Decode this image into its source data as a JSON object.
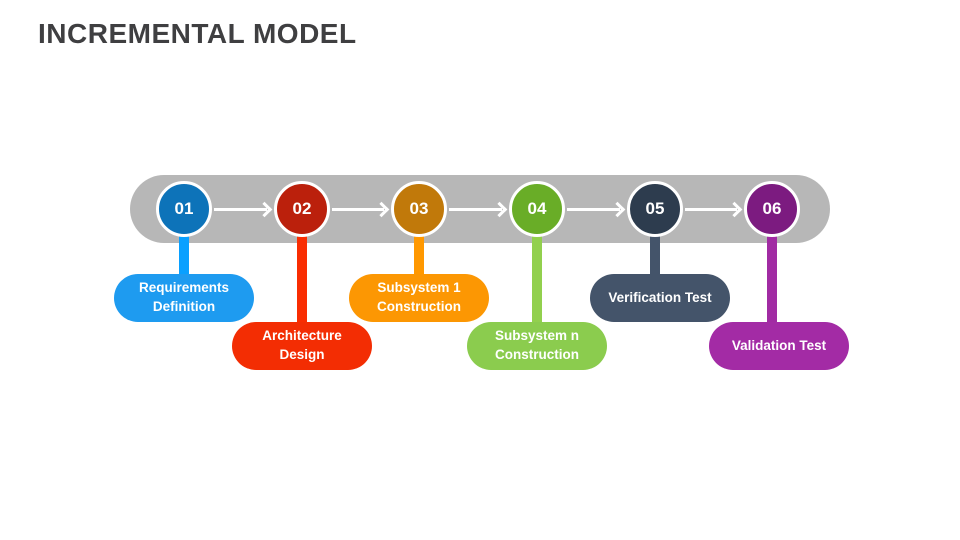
{
  "title": "INCREMENTAL MODEL",
  "track_color": "#b7b7b7",
  "arrow_color": "#ffffff",
  "title_color": "#3f3f41",
  "steps": [
    {
      "number": "01",
      "label": "Requirements Definition",
      "circle_color": "#0d73b9",
      "stem_color": "#09a0ff",
      "pill_color": "#1e9bf0",
      "position": "upper"
    },
    {
      "number": "02",
      "label": "Architecture Design",
      "circle_color": "#bb200c",
      "stem_color": "#f92d02",
      "pill_color": "#f32d03",
      "position": "lower"
    },
    {
      "number": "03",
      "label": "Subsystem 1 Construction",
      "circle_color": "#c1790a",
      "stem_color": "#ff9800",
      "pill_color": "#fc9703",
      "position": "upper"
    },
    {
      "number": "04",
      "label": "Subsystem n Construction",
      "circle_color": "#69ad27",
      "stem_color": "#92d04e",
      "pill_color": "#8bcc4e",
      "position": "lower"
    },
    {
      "number": "05",
      "label": "Verification Test",
      "circle_color": "#2d3c4e",
      "stem_color": "#44546a",
      "pill_color": "#44546a",
      "position": "upper"
    },
    {
      "number": "06",
      "label": "Validation Test",
      "circle_color": "#7c1b80",
      "stem_color": "#a12ba3",
      "pill_color": "#a32ba5",
      "position": "lower"
    }
  ]
}
